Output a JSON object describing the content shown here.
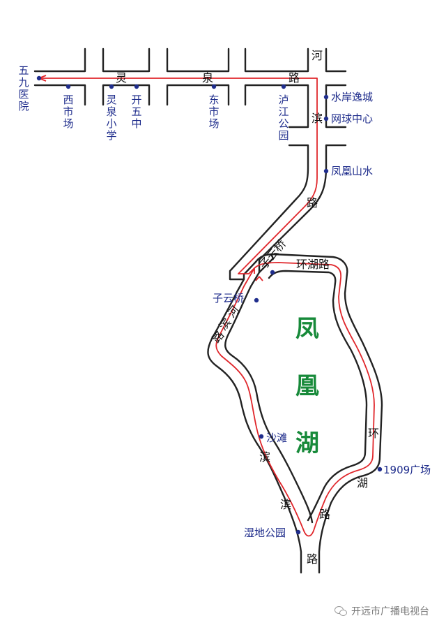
{
  "lake_name": [
    "凤",
    "凰",
    "湖"
  ],
  "colors": {
    "route": "#e0262b",
    "stop": "#1f2d8c",
    "lake": "#178a3a",
    "road": "#222222"
  },
  "road_labels": {
    "lingquan_road": [
      "灵",
      "泉",
      "路"
    ],
    "hebin_top": [
      "河",
      "滨",
      "路"
    ],
    "hebin_mid": [
      "河",
      "滨",
      "路"
    ],
    "binhe_lower": [
      "滨",
      "滨",
      "路"
    ],
    "huanhu_top": "环湖路",
    "huanhu_east": [
      "环",
      "湖",
      "路"
    ],
    "ziyun_bridge_road": "子云桥"
  },
  "stops": {
    "wujiu_hospital": "五九医院",
    "xi_shichang": "西市场",
    "lingquan_primary": "灵泉小学",
    "kaiwu_middle": "开五中",
    "dong_shichang": "东市场",
    "lujiang_park": "泸江公园",
    "shuian_yicheng": "水岸逸城",
    "tennis_center": "网球中心",
    "fenghuang_shanshui": "凤凰山水",
    "ziyun_bridge": "子云桥",
    "shatan": "沙滩",
    "square_1909": "1909广场",
    "wetland_park": "湿地公园"
  },
  "watermark": "开远市广播电视台"
}
